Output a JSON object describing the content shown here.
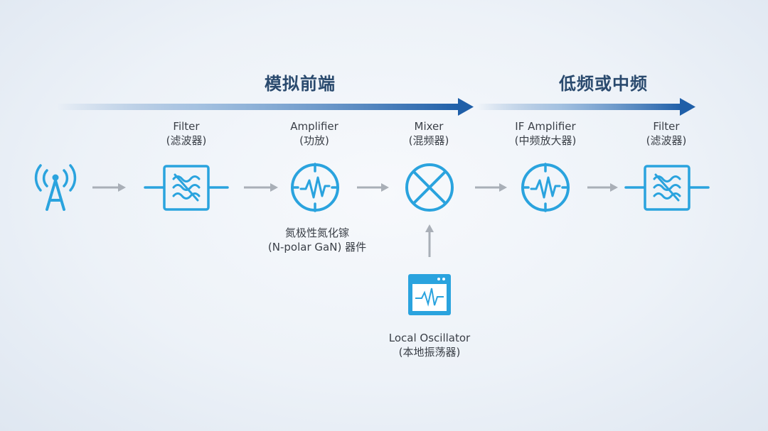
{
  "sections": {
    "analog_front_end": "模拟前端",
    "if_or_low_freq": "低频或中频"
  },
  "blocks": {
    "filter1": {
      "name": "Filter",
      "cn": "(滤波器)"
    },
    "amplifier": {
      "name": "Amplifier",
      "cn": "(功放)"
    },
    "mixer": {
      "name": "Mixer",
      "cn": "(混频器)"
    },
    "if_amplifier": {
      "name": "IF Amplifier",
      "cn": "(中频放大器)"
    },
    "filter2": {
      "name": "Filter",
      "cn": "(滤波器)"
    },
    "local_oscillator": {
      "name": "Local Oscillator",
      "cn": "(本地振荡器)"
    }
  },
  "note": {
    "line1": "氮极性氮化镓",
    "line2": "(N-polar GaN) 器件"
  },
  "colors": {
    "icon_blue": "#2aa3de",
    "gradient_dark": "#1f5fa8",
    "arrow_gray": "#a9afb7",
    "title_text": "#2a4a6e"
  },
  "icons": [
    "antenna-tower-icon",
    "filter-icon",
    "amplifier-icon",
    "mixer-icon",
    "oscillator-icon"
  ]
}
